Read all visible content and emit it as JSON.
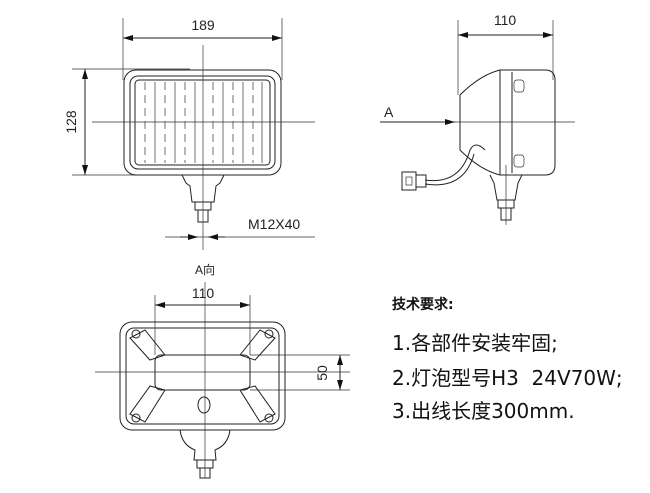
{
  "front_view": {
    "width_dim": "189",
    "height_dim": "128",
    "bolt_dim": "M12X40",
    "view_label": "A向"
  },
  "side_view": {
    "depth_dim": "110",
    "arrow_label": "A"
  },
  "back_view": {
    "width_dim": "110",
    "height_dim": "50"
  },
  "notes": {
    "title": "技术要求:",
    "items": [
      "1.各部件安装牢固;",
      "2.灯泡型号H3  24V70W;",
      "3.出线长度300mm."
    ]
  }
}
